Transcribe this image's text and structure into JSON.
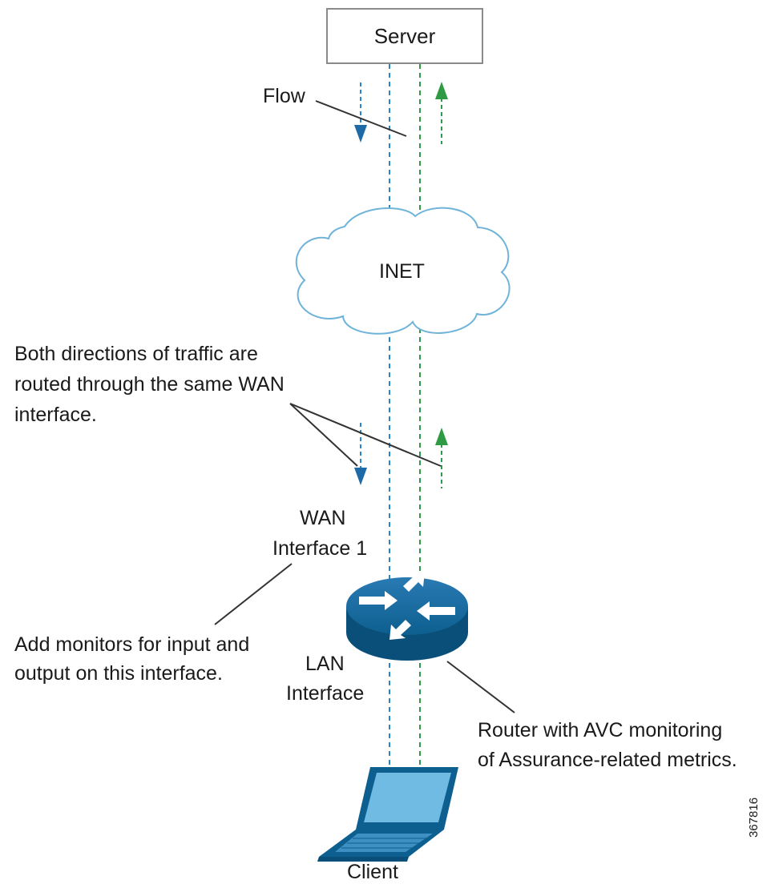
{
  "nodes": {
    "server": "Server",
    "inet": "INET",
    "wan_interface": [
      "WAN",
      "Interface 1"
    ],
    "lan_interface": [
      "LAN",
      "Interface"
    ],
    "client": "Client"
  },
  "annotations": {
    "flow": "Flow",
    "both_directions": [
      "Both directions of traffic are",
      "routed through the same WAN",
      "interface."
    ],
    "add_monitors": [
      "Add monitors for input and",
      "output on this interface."
    ],
    "router_note": [
      "Router with AVC monitoring",
      "of Assurance-related metrics."
    ]
  },
  "figure_id": "367816",
  "colors": {
    "downstream_flow": "#2a86c8",
    "upstream_flow": "#2e9a44",
    "device_blue": "#0d5f8f",
    "cloud_stroke": "#6fb3d9",
    "callout_line": "#333333"
  },
  "icons": {
    "router": "router-icon",
    "client": "laptop-icon",
    "cloud": "cloud-icon"
  }
}
